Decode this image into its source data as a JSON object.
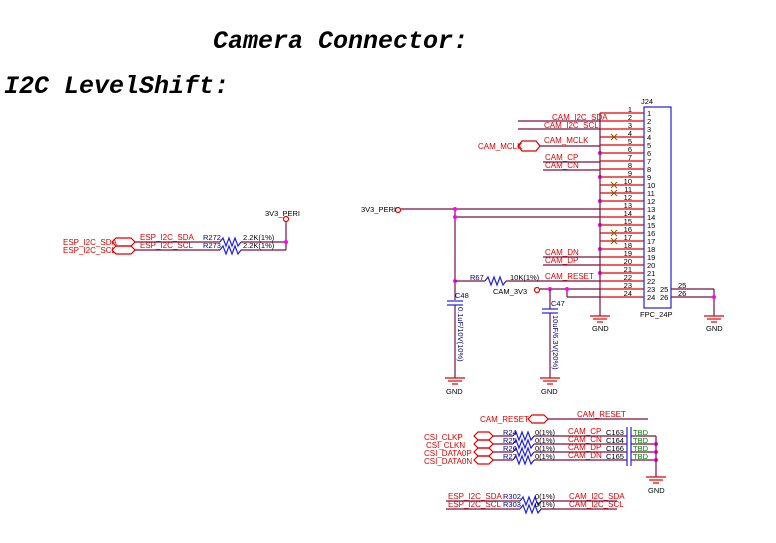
{
  "titles": {
    "camera": "Camera Connector:",
    "i2c": "I2C LevelShift:"
  },
  "connector": {
    "ref": "J24",
    "part": "FPC_24P",
    "left_pins": [
      "1",
      "2",
      "3",
      "4",
      "5",
      "6",
      "7",
      "8",
      "9",
      "10",
      "11",
      "12",
      "13",
      "14",
      "15",
      "16",
      "17",
      "18",
      "19",
      "20",
      "21",
      "22",
      "23",
      "24"
    ],
    "right_pins": [
      "25",
      "26"
    ],
    "nc_pins": [
      4,
      10,
      11,
      16,
      17
    ],
    "gnd_pins": [
      6,
      9,
      12,
      15,
      18,
      21
    ]
  },
  "nets": {
    "cam_i2c_sda": "CAM_I2C_SDA",
    "cam_i2c_scl": "CAM_I2C_SCL",
    "cam_mclk": "CAM_MCLK",
    "cam_cp": "CAM_CP",
    "cam_cn": "CAM_CN",
    "cam_dn": "CAM_DN",
    "cam_dp": "CAM_DP",
    "cam_reset": "CAM_RESET",
    "v3v3_peri": "3V3_PERI",
    "cam_3v3": "CAM_3V3",
    "gnd": "GND",
    "esp_i2c_sda": "ESP_I2C_SDA",
    "esp_i2c_scl": "ESP_I2C_SCL",
    "csi_clkp": "CSI_CLKP",
    "csi_clkn": "CSI_CLKN",
    "csi_data0p": "CSI_DATA0P",
    "csi_data0n": "CSI_DATA0N"
  },
  "components": {
    "r67": {
      "ref": "R67",
      "value": "10K(1%)"
    },
    "c48": {
      "ref": "C48",
      "value": "0.1uF/10V(10%)"
    },
    "c47": {
      "ref": "C47",
      "value": "10uF/6.3V(20%)"
    },
    "r272": {
      "ref": "R272",
      "value": "2.2K(1%)"
    },
    "r273": {
      "ref": "R273",
      "value": "2.2K(1%)"
    },
    "csi": [
      {
        "r": "R24",
        "rv": "0(1%)",
        "net": "CAM_CP",
        "c": "C163",
        "cv": "TBD"
      },
      {
        "r": "R25",
        "rv": "0(1%)",
        "net": "CAM_CN",
        "c": "C164",
        "cv": "TBD"
      },
      {
        "r": "R26",
        "rv": "0(1%)",
        "net": "CAM_DP",
        "c": "C166",
        "cv": "TBD"
      },
      {
        "r": "R27",
        "rv": "0(1%)",
        "net": "CAM_DN",
        "c": "C165",
        "cv": "TBD"
      }
    ],
    "r302": {
      "ref": "R302",
      "value": "0(1%)"
    },
    "r303": {
      "ref": "R303",
      "value": "0(1%)"
    }
  }
}
